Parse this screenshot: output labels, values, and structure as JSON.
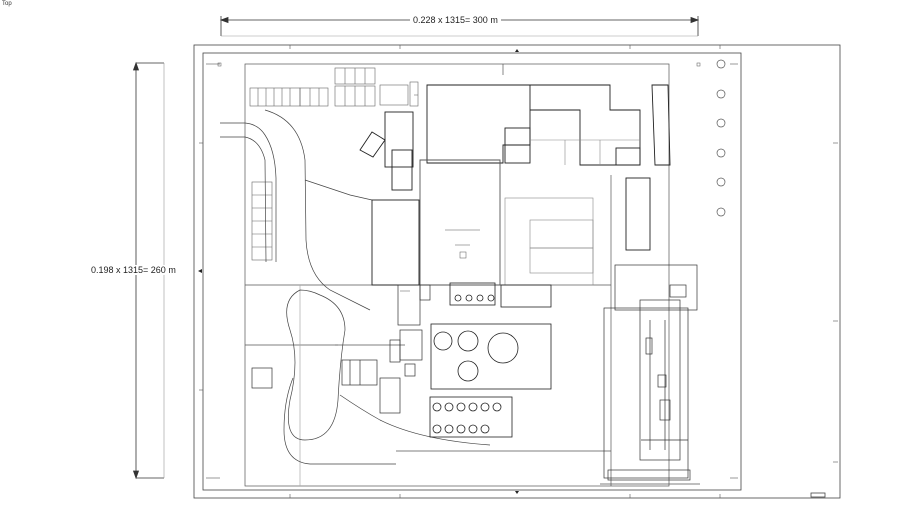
{
  "view": {
    "label": "Top"
  },
  "dimensions": {
    "horizontal": "0.228 x 1315= 300 m",
    "vertical": "0.198 x 1315= 260 m"
  },
  "colors": {
    "line": "#333333",
    "light": "#9a9a9a",
    "background": "#ffffff"
  }
}
